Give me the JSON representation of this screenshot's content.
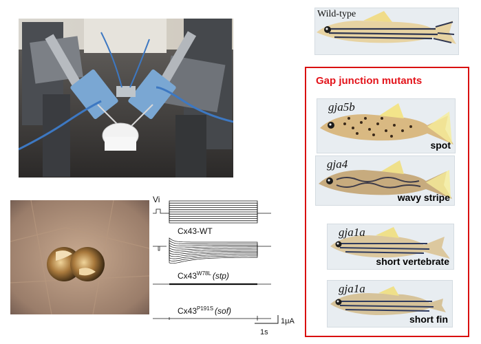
{
  "wild_type": {
    "label": "Wild-type"
  },
  "mutant_box": {
    "title": "Gap junction mutants",
    "border_color": "#d90f0f",
    "title_color": "#e3141b"
  },
  "mutants": [
    {
      "gene": "gja5b",
      "phenotype": "spot"
    },
    {
      "gene": "gja4",
      "phenotype": "wavy stripe"
    },
    {
      "gene": "gja1a",
      "phenotype": "short vertebrate"
    },
    {
      "gene": "gja1a",
      "phenotype": "short fin"
    }
  ],
  "traces": {
    "voltage_label": "Vi",
    "wt_label": "Cx43-WT",
    "stp_prefix": "Cx43",
    "stp_superscript": "W78L",
    "stp_name": "(stp)",
    "sof_prefix": "Cx43",
    "sof_superscript": "P191S",
    "sof_name": "(sof)",
    "current_scale": "1μA",
    "time_scale": "1s"
  }
}
